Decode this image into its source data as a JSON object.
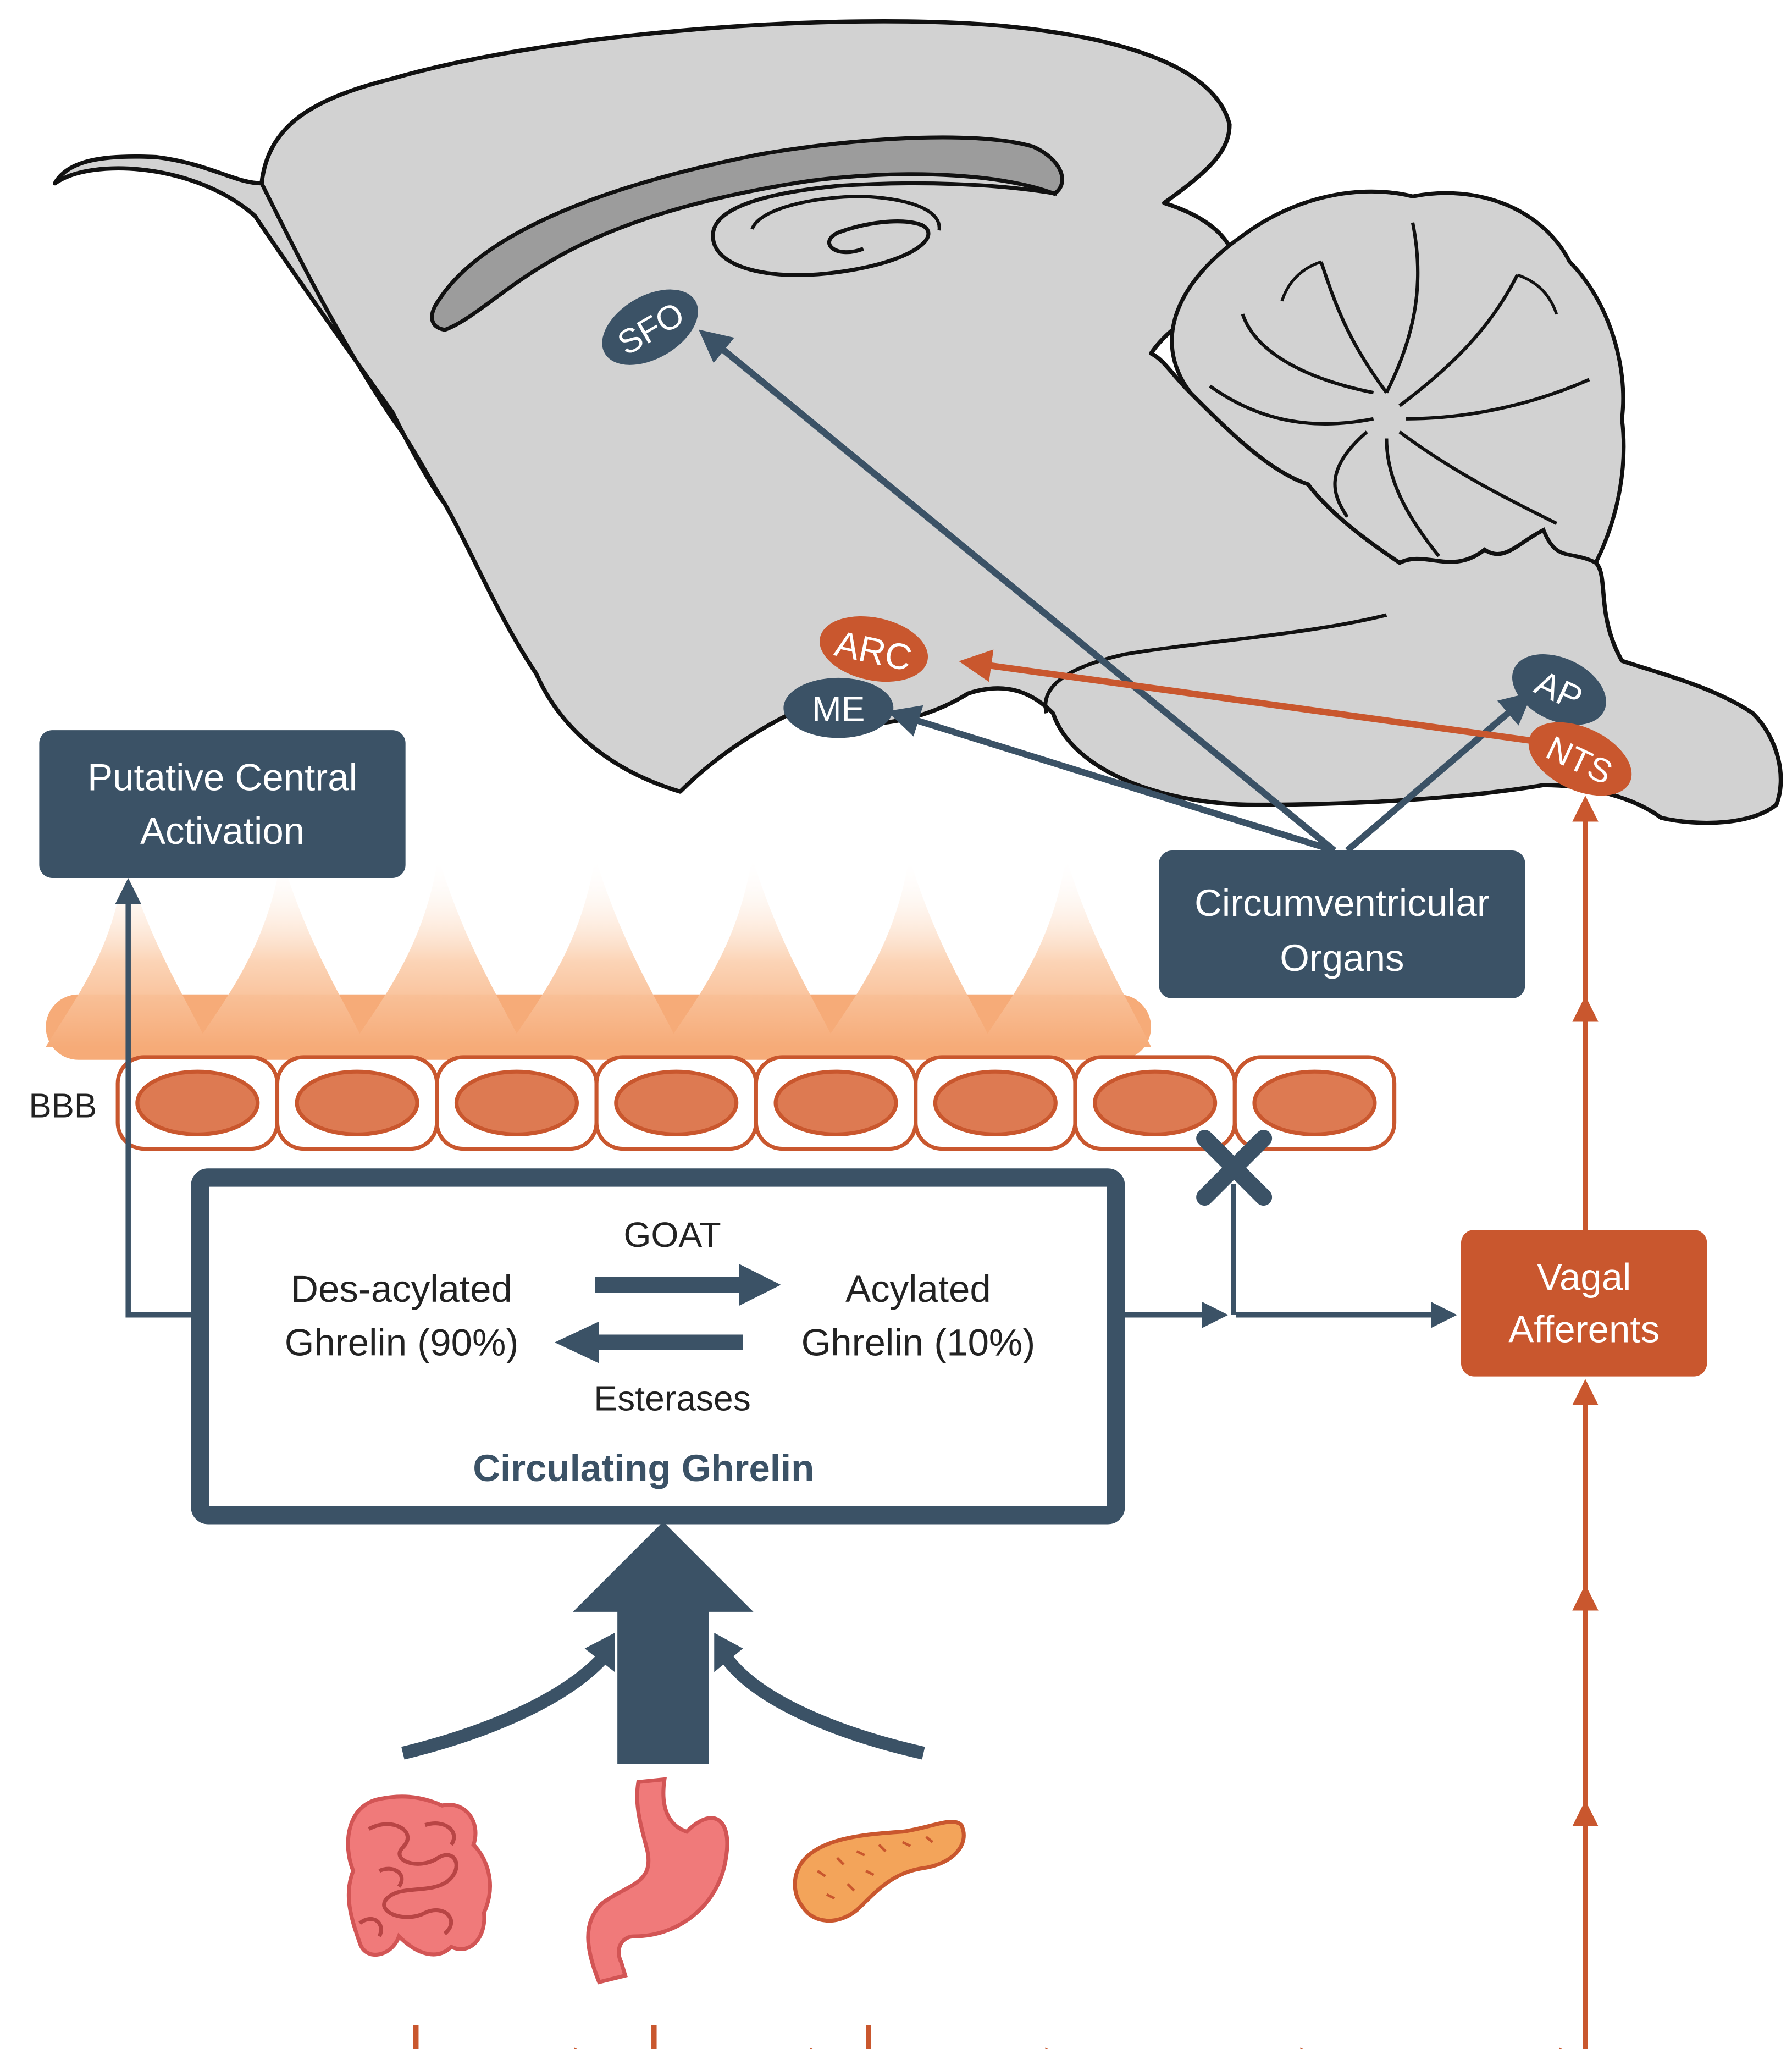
{
  "colors": {
    "navy": "#3b5266",
    "orange": "#c9572e",
    "orange_fill": "#dd7a52",
    "brain_fill": "#d2d2d2",
    "brain_dark": "#9c9c9c",
    "glow": "#f6ab78",
    "organ_pink": "#f07a7a",
    "pancreas": "#f3a45a"
  },
  "regions": {
    "sfo": "SFO",
    "arc": "ARC",
    "me": "ME",
    "ap": "AP",
    "nts": "NTS"
  },
  "labels": {
    "putative_line1": "Putative Central",
    "putative_line2": "Activation",
    "cvo_line1": "Circumventricular",
    "cvo_line2": "Organs",
    "bbb": "BBB",
    "goat": "GOAT",
    "esterases": "Esterases",
    "des_line1": "Des-acylated",
    "des_line2": "Ghrelin (90%)",
    "acyl_line1": "Acylated",
    "acyl_line2": "Ghrelin (10%)",
    "circulating": "Circulating Ghrelin",
    "vagal_line1": "Vagal",
    "vagal_line2": "Afferents"
  },
  "organs": {
    "intestine": "intestine-icon",
    "stomach": "stomach-icon",
    "pancreas": "pancreas-icon"
  }
}
